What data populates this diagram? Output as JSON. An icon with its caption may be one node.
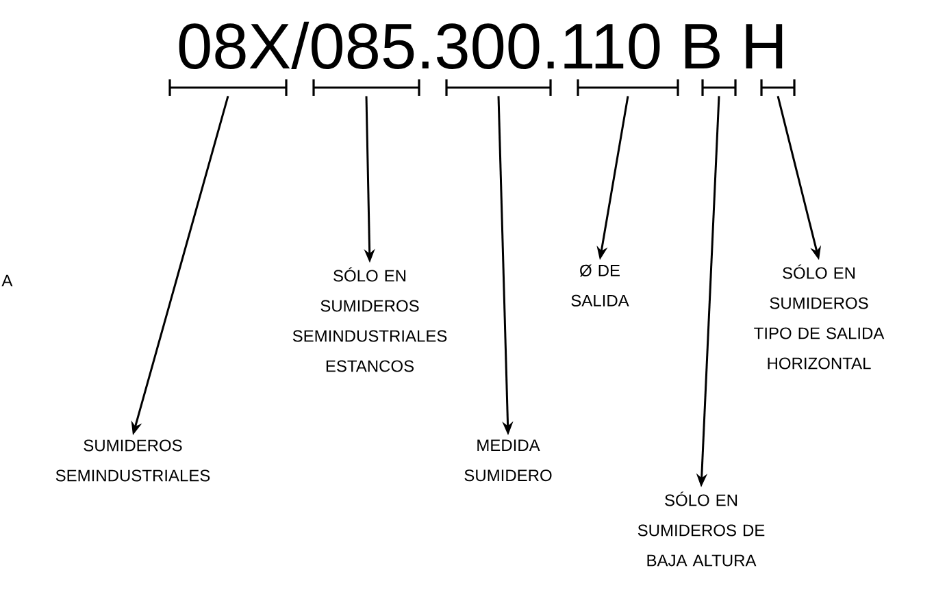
{
  "diagram": {
    "title": "08X/085.300.110 B H",
    "nodes": [
      {
        "text": [],
        "shape": "bar"
      },
      {
        "text": [],
        "shape": "bar"
      },
      {
        "text": [],
        "shape": "bar"
      },
      {
        "text": [],
        "shape": "bar"
      },
      {
        "text": [],
        "shape": "bar"
      },
      {
        "text": [],
        "shape": "bar"
      },
      {
        "text": [
          "SUMIDEROS SEMINDUSTRIALES"
        ]
      },
      {
        "text": [
          "SÓLO EN SUMIDEROS SEMINDUSTRIALES ESTANCOS"
        ]
      },
      {
        "text": [
          "MEDIDA SUMIDERO"
        ]
      },
      {
        "text": [
          "Ø DE SALIDA"
        ]
      },
      {
        "text": [
          "SÓLO EN SUMIDEROS DE BAJA ALTURA"
        ]
      },
      {
        "text": [
          "SÓLO EN SUMIDEROS TIPO DE SALIDA HORIZONTAL"
        ]
      }
    ],
    "edges": [
      {
        "from": 0,
        "to": 6,
        "arrow": "to"
      },
      {
        "from": 1,
        "to": 7,
        "arrow": "to"
      },
      {
        "from": 2,
        "to": 8,
        "arrow": "to"
      },
      {
        "from": 3,
        "to": 9,
        "arrow": "to"
      },
      {
        "from": 4,
        "to": 10,
        "arrow": "to"
      },
      {
        "from": 5,
        "to": 11,
        "arrow": "to"
      }
    ],
    "labels": [
      "A"
    ]
  }
}
